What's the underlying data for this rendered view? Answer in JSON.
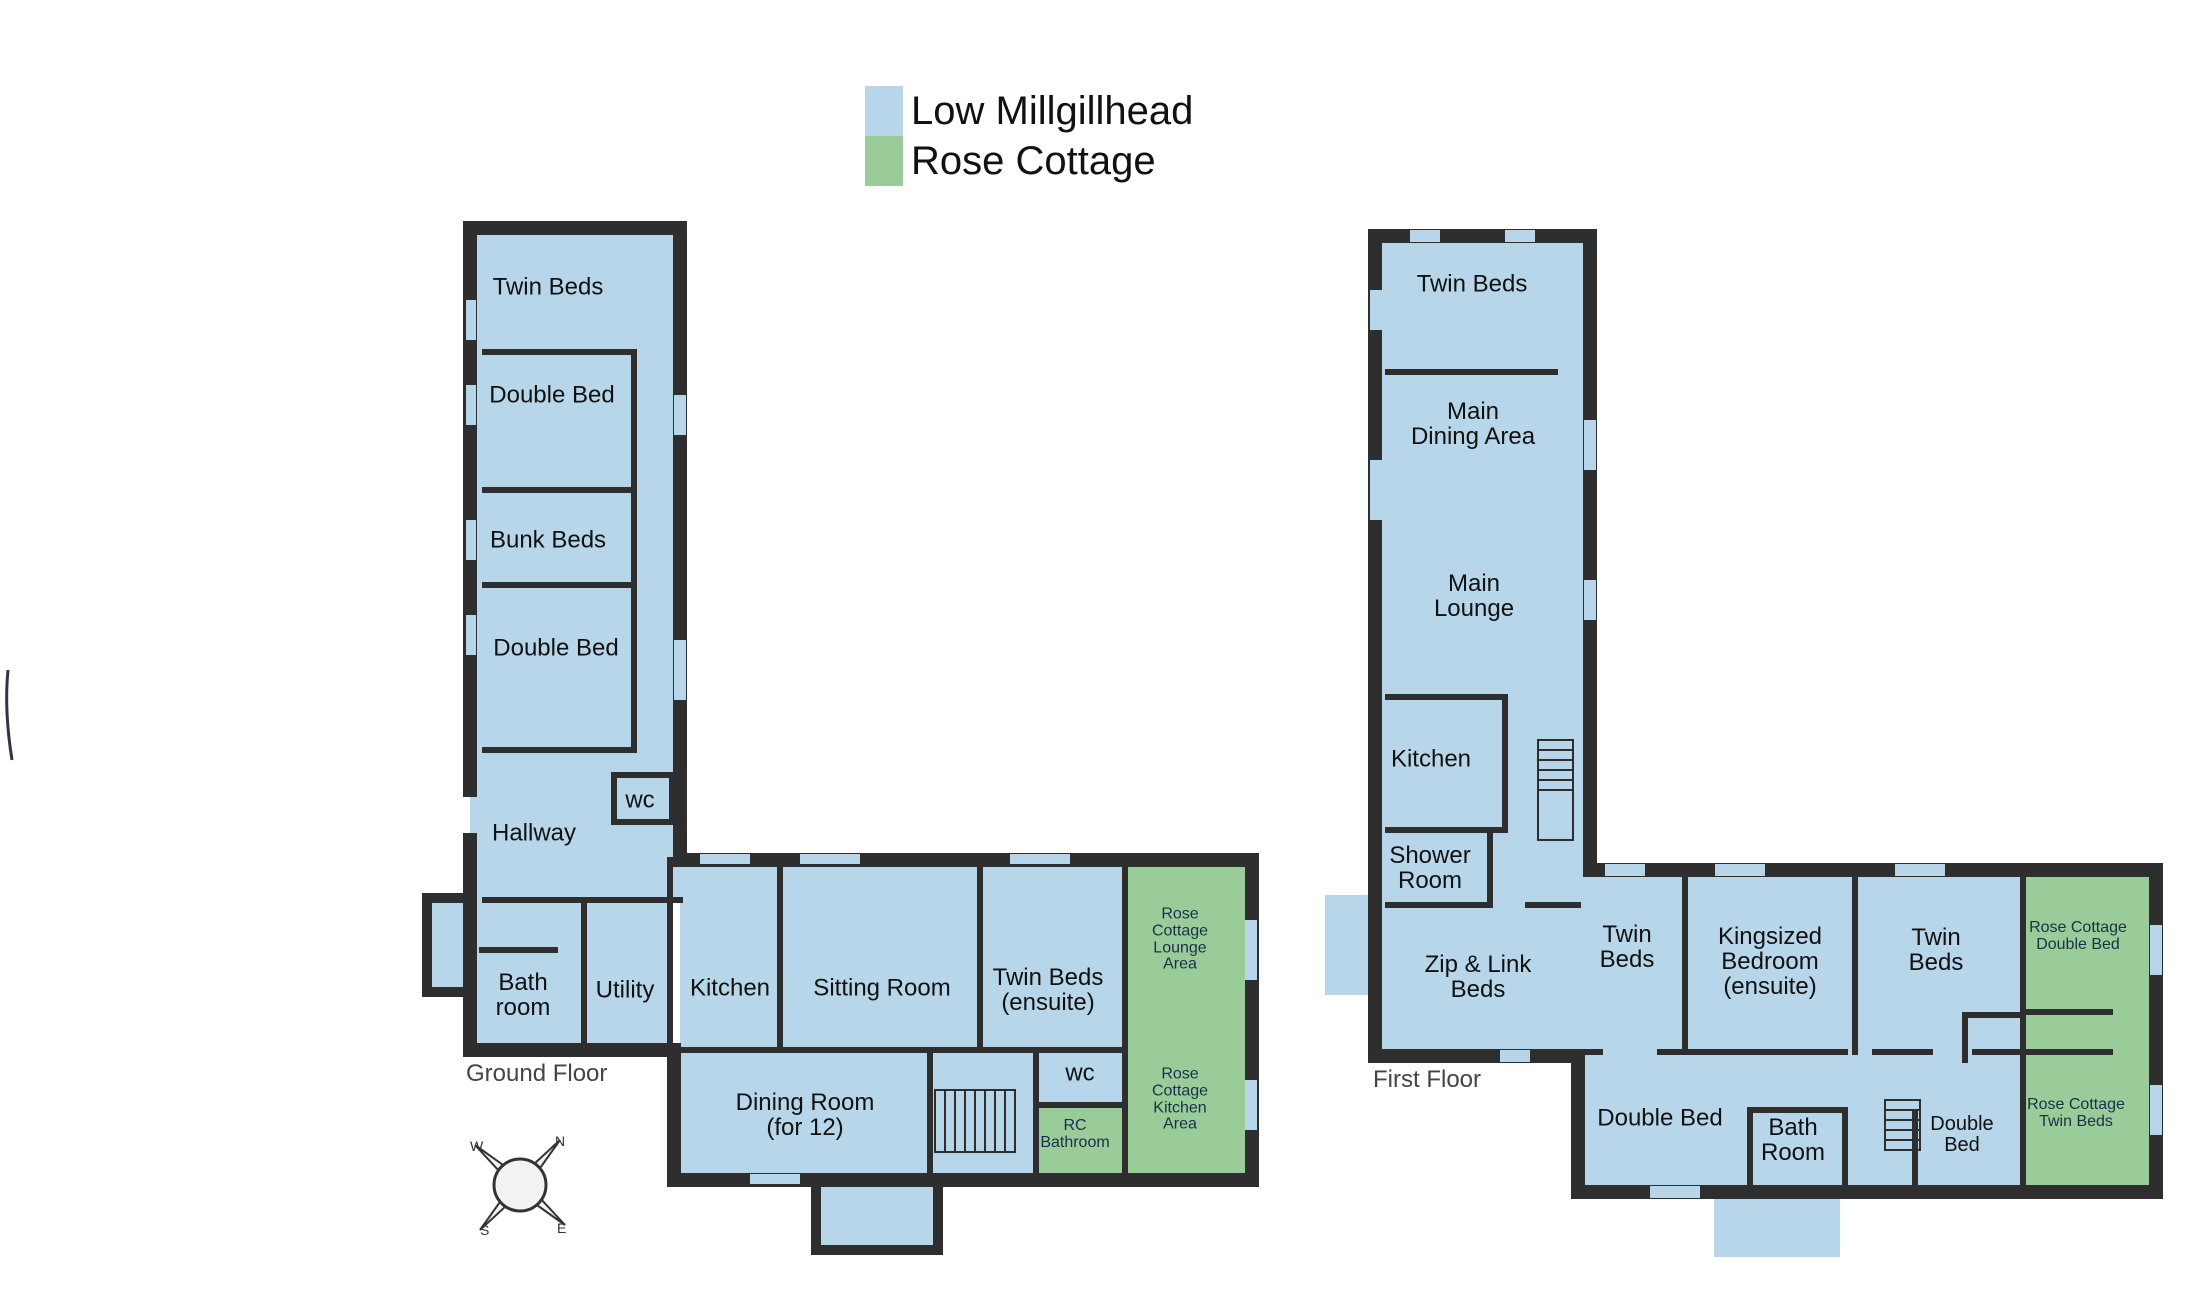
{
  "colors": {
    "low_millgillhead": "#b7d6ea",
    "rose_cottage": "#99cc99",
    "wall": "#2e2e2e",
    "window": "#b7d6ea"
  },
  "legend": {
    "items": [
      {
        "label": "Low Millgillhead",
        "color": "#b7d6ea"
      },
      {
        "label": "Rose Cottage",
        "color": "#99cc99"
      }
    ]
  },
  "ground_floor": {
    "title": "Ground Floor",
    "rooms": {
      "twin_beds": "Twin Beds",
      "double_bed_1": "Double Bed",
      "bunk_beds": "Bunk Beds",
      "double_bed_2": "Double Bed",
      "wc_1": "wc",
      "hallway": "Hallway",
      "bath_room": "Bath\nroom",
      "utility": "Utility",
      "kitchen": "Kitchen",
      "sitting_room": "Sitting Room",
      "twin_beds_ensuite": "Twin Beds\n(ensuite)",
      "rc_lounge": "Rose\nCottage\nLounge\nArea",
      "rc_kitchen": "Rose\nCottage\nKitchen\nArea",
      "dining_room": "Dining Room\n(for 12)",
      "wc_2": "wc",
      "rc_bathroom": "RC\nBathroom"
    }
  },
  "first_floor": {
    "title": "First Floor",
    "rooms": {
      "twin_beds": "Twin Beds",
      "main_dining": "Main\nDining Area",
      "main_lounge": "Main\nLounge",
      "kitchen": "Kitchen",
      "shower_room": "Shower\nRoom",
      "zip_link": "Zip & Link\nBeds",
      "twin_beds_2": "Twin\nBeds",
      "kingsized": "Kingsized\nBedroom\n(ensuite)",
      "twin_beds_3": "Twin\nBeds",
      "rc_double": "Rose Cottage\nDouble Bed",
      "rc_twin": "Rose Cottage\nTwin Beds",
      "double_bed": "Double Bed",
      "bath_room": "Bath\nRoom",
      "double_bed_small": "Double\nBed"
    }
  },
  "compass": {
    "n": "N",
    "e": "E",
    "s": "S",
    "w": "W"
  }
}
